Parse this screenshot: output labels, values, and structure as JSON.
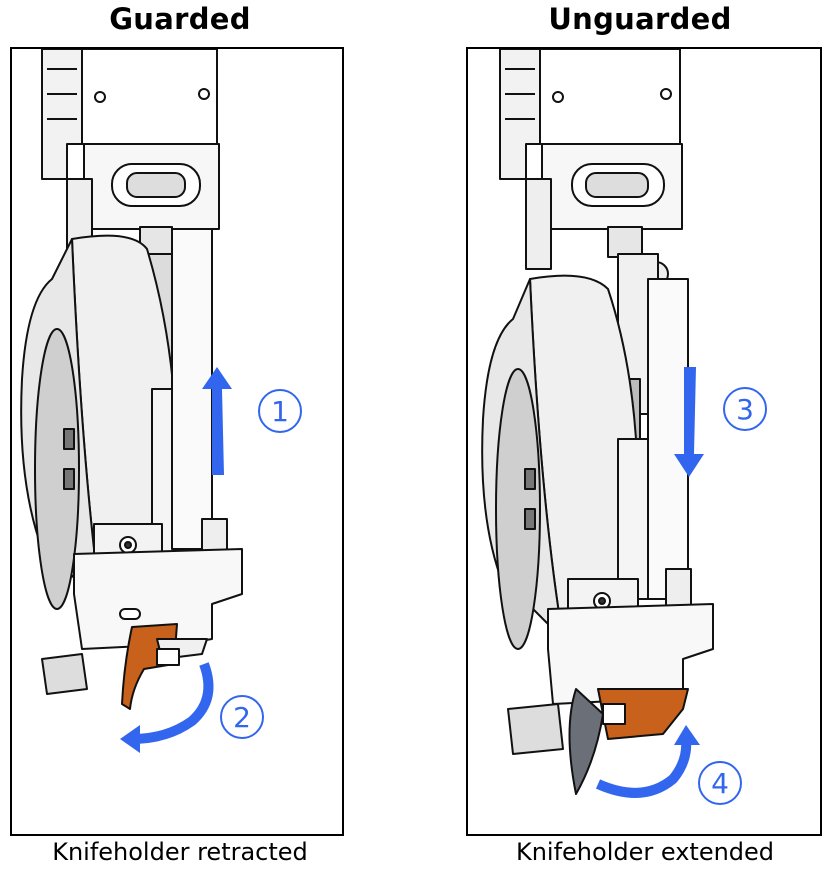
{
  "panels": [
    {
      "title": "Guarded",
      "caption": "Knifeholder retracted",
      "steps": [
        "1",
        "2"
      ]
    },
    {
      "title": "Unguarded",
      "caption": "Knifeholder extended",
      "steps": [
        "3",
        "4"
      ]
    }
  ],
  "colors": {
    "arrow": "#3366ee",
    "knife": "#c8611c",
    "blade": "#6b6f78",
    "outline": "#111111"
  }
}
